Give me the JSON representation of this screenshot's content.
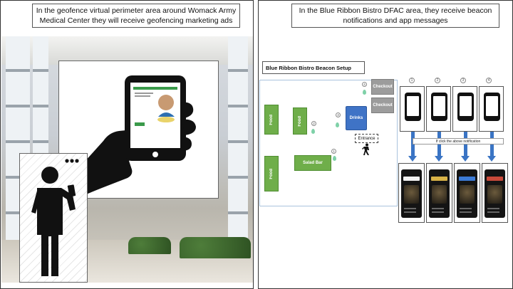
{
  "left_panel": {
    "caption": "In the geofence virtual perimeter area around Womack Army Medical Center they will receive geofencing marketing ads"
  },
  "right_panel": {
    "caption": "In the Blue Ribbon Bistro DFAC area, they receive beacon notifications and app messages",
    "setup_title": "Blue Ribbon Bistro Beacon Setup",
    "stations": {
      "food_left_top": "Food",
      "food_left_bottom": "Food",
      "food_middle": "Food",
      "salad_bar": "Salad Bar",
      "drinks": "Drinks",
      "checkout_1": "Checkout",
      "checkout_2": "Checkout",
      "entrance": "Entrance"
    },
    "beacon_numbers": [
      "1",
      "2",
      "3",
      "4"
    ],
    "screen_numbers": [
      "1",
      "2",
      "3",
      "4"
    ],
    "click_note": "If click the above notification"
  },
  "colors": {
    "station_green": "#6fae4a",
    "drinks_blue": "#3f73c6",
    "checkout_gray": "#9c9c9c",
    "arrow_blue": "#3a74c4",
    "beacon_mint": "#7fd1a8"
  },
  "icons": {
    "hand_phone": "hand-holding-phone-icon",
    "person_phone": "person-with-phone-icon",
    "walking_person": "walking-person-icon",
    "beacon": "beacon-icon"
  }
}
